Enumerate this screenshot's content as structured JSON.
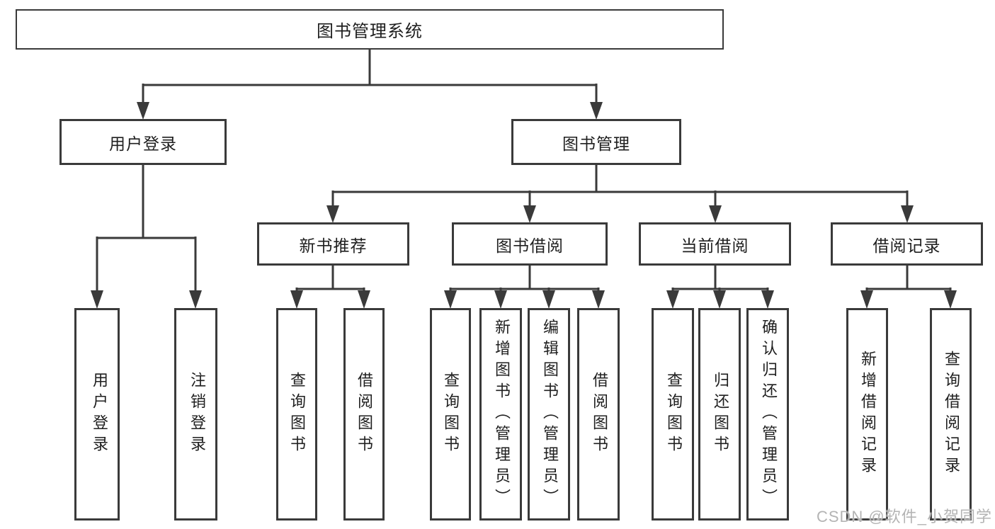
{
  "title": "图书管理系统",
  "tree": {
    "label": "图书管理系统",
    "children": [
      {
        "label": "用户登录",
        "children": [
          {
            "label": "用户登录"
          },
          {
            "label": "注销登录"
          }
        ]
      },
      {
        "label": "图书管理",
        "children": [
          {
            "label": "新书推荐",
            "children": [
              {
                "label": "查询图书"
              },
              {
                "label": "借阅图书"
              }
            ]
          },
          {
            "label": "图书借阅",
            "children": [
              {
                "label": "查询图书"
              },
              {
                "label": "新增图书（管理员）"
              },
              {
                "label": "编辑图书（管理员）"
              },
              {
                "label": "借阅图书"
              }
            ]
          },
          {
            "label": "当前借阅",
            "children": [
              {
                "label": "查询图书"
              },
              {
                "label": "归还图书"
              },
              {
                "label": "确认归还（管理员）"
              }
            ]
          },
          {
            "label": "借阅记录",
            "children": [
              {
                "label": "新增借阅记录"
              },
              {
                "label": "查询借阅记录"
              }
            ]
          }
        ]
      }
    ]
  },
  "watermark": {
    "text": "CSDN @软件_小贺同学",
    "color": "#b4b4b4"
  },
  "colors": {
    "line": "#3a3a3a",
    "box_border": "#3a3a3a",
    "box_bg": "#ffffff",
    "text": "#1f1f1f"
  }
}
